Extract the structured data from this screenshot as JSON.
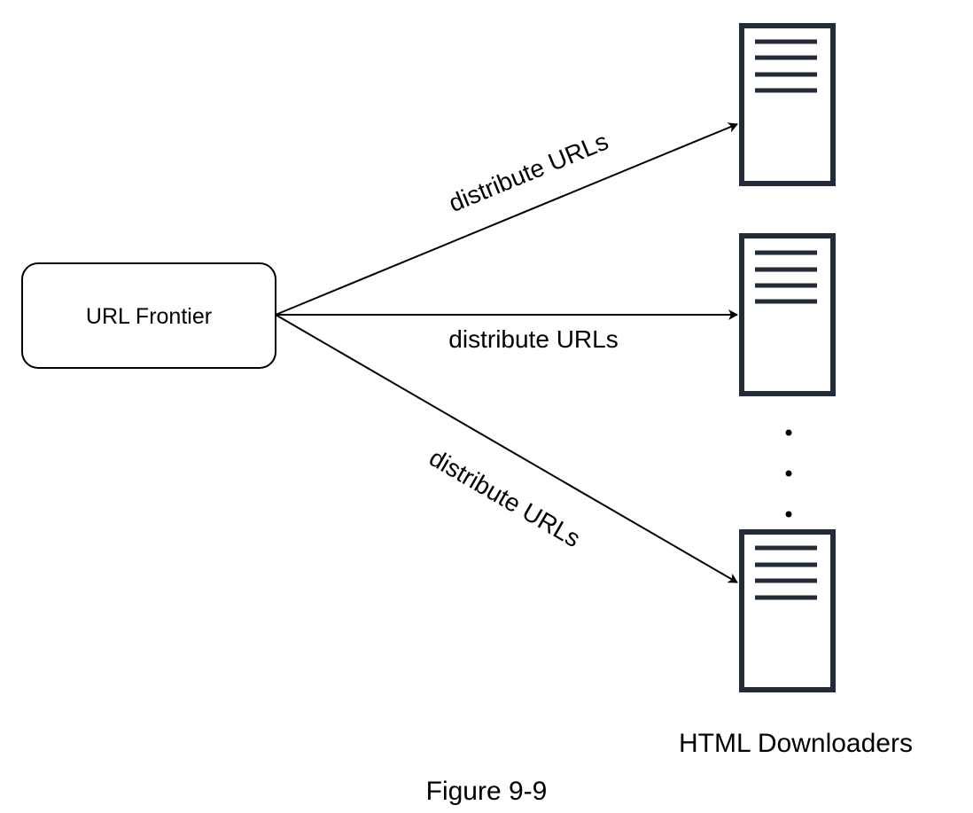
{
  "source": {
    "label": "URL Frontier"
  },
  "edges": [
    {
      "label": "distribute URLs"
    },
    {
      "label": "distribute URLs"
    },
    {
      "label": "distribute URLs"
    }
  ],
  "targets_caption": "HTML Downloaders",
  "ellipsis": ". . .",
  "figure_caption": "Figure 9-9",
  "colors": {
    "server_stroke": "#232a38",
    "line": "#000000",
    "background": "#ffffff"
  },
  "icons": {
    "server": "server-icon"
  }
}
